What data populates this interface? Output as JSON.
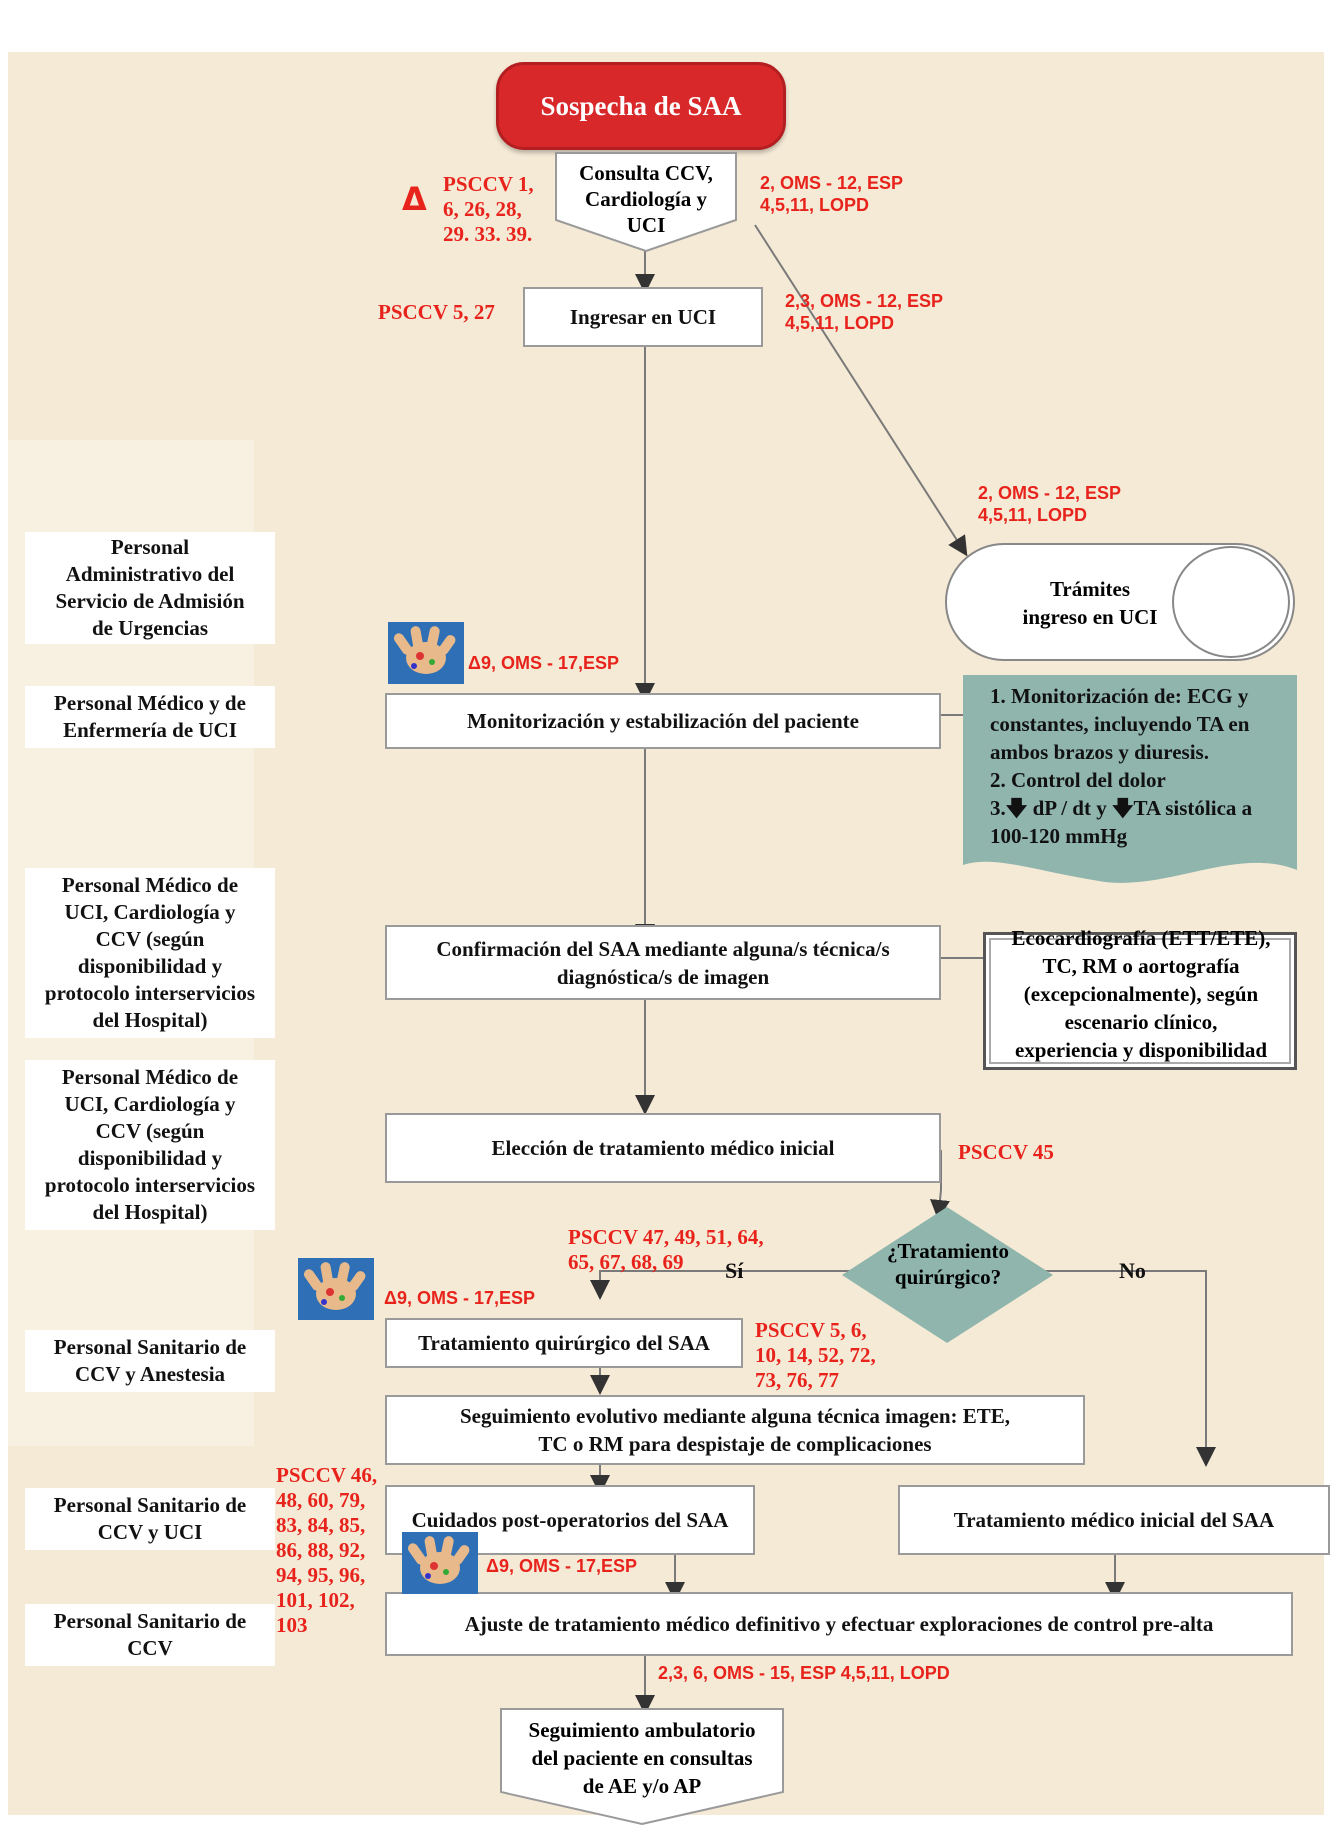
{
  "start": "Sospecha de SAA",
  "steps": {
    "consulta": "Consulta CCV,\nCardiología y\nUCI",
    "ingresar": "Ingresar en UCI",
    "tramites": "Trámites\ningreso en UCI",
    "monitorizacion": "Monitorización y estabilización del paciente",
    "confirmacion": "Confirmación del SAA mediante alguna/s técnica/s\ndiagnóstica/s de imagen",
    "ecocardiografia": "Ecocardiografía (ETT/ETE),\nTC, RM o aortografía\n(excepcionalmente), según\nescenario clínico,\nexperiencia y disponibilidad",
    "eleccion": "Elección de tratamiento médico inicial",
    "decision": "¿Tratamiento\nquirúrgico?",
    "quirurgico": "Tratamiento quirúrgico del SAA",
    "seguimiento_evolutivo": "Seguimiento evolutivo mediante alguna técnica imagen: ETE,\nTC o RM para despistaje de complicaciones",
    "cuidados": "Cuidados post-operatorios del SAA",
    "tratamiento_medico": "Tratamiento médico inicial del SAA",
    "ajuste": "Ajuste de tratamiento médico definitivo y efectuar exploraciones de control pre-alta",
    "ambulatorio": "Seguimiento ambulatorio\ndel paciente en consultas\nde AE y/o AP"
  },
  "note_monitorizacion": {
    "line1": "1. Monitorización de: ECG y",
    "line2": "constantes, incluyendo TA en",
    "line3": "ambos brazos y diuresis.",
    "line4": "2. Control del dolor",
    "line5_prefix": "3.",
    "line5_a": " dP / dt y ",
    "line5_b": "TA sistólica a",
    "line6": "100-120 mmHg"
  },
  "branches": {
    "yes": "Sí",
    "no": "No"
  },
  "roles": {
    "administrativo": "Personal\nAdministrativo del\nServicio de Admisión\nde Urgencias",
    "medico_enfermeria_uci": "Personal Médico y de\nEnfermería de UCI",
    "medico_uci_1": "Personal Médico de\nUCI, Cardiología y\nCCV (según\ndisponibilidad y\nprotocolo interservicios\ndel Hospital)",
    "medico_uci_2": "Personal Médico de\nUCI, Cardiología y\nCCV (según\ndisponibilidad y\nprotocolo interservicios\ndel Hospital)",
    "sanitario_ccv_anestesia": "Personal Sanitario de\nCCV y Anestesia",
    "sanitario_ccv_uci": "Personal Sanitario de\nCCV y UCI",
    "sanitario_ccv": "Personal Sanitario de\nCCV"
  },
  "refs": {
    "delta_symbol": "Δ",
    "pscc_consulta": "PSCCV 1,\n6, 26, 28,\n29. 33. 39.",
    "oms_consulta": "2, OMS - 12, ESP\n4,5,11, LOPD",
    "pscc_ingresar": "PSCCV 5, 27",
    "oms_ingresar": "2,3, OMS - 12, ESP\n4,5,11, LOPD",
    "oms_tramites": "2, OMS - 12, ESP\n4,5,11, LOPD",
    "oms_monitor": "Δ9, OMS - 17,ESP",
    "pscc_eleccion": "PSCCV 45",
    "pscc_quirurgico_pre": "PSCCV 47, 49, 51, 64,\n65, 67, 68, 69",
    "oms_quirurgico": "Δ9, OMS - 17,ESP",
    "pscc_quirurgico_post": "PSCCV 5, 6,\n10, 14, 52, 72,\n73, 76, 77",
    "pscc_cuidados": "PSCCV 46,\n48, 60, 79,\n83, 84, 85,\n86, 88, 92,\n94, 95, 96,\n101, 102,\n103",
    "oms_cuidados": "Δ9, OMS - 17,ESP",
    "oms_ajuste": "2,3, 6, OMS - 15, ESP 4,5,11, LOPD"
  },
  "colors": {
    "band": "#f5ead6",
    "start_fill": "#d8282a",
    "decision_fill": "#8fb5ad",
    "note_fill": "#8fb5ad",
    "ref_red": "#e8231c"
  }
}
